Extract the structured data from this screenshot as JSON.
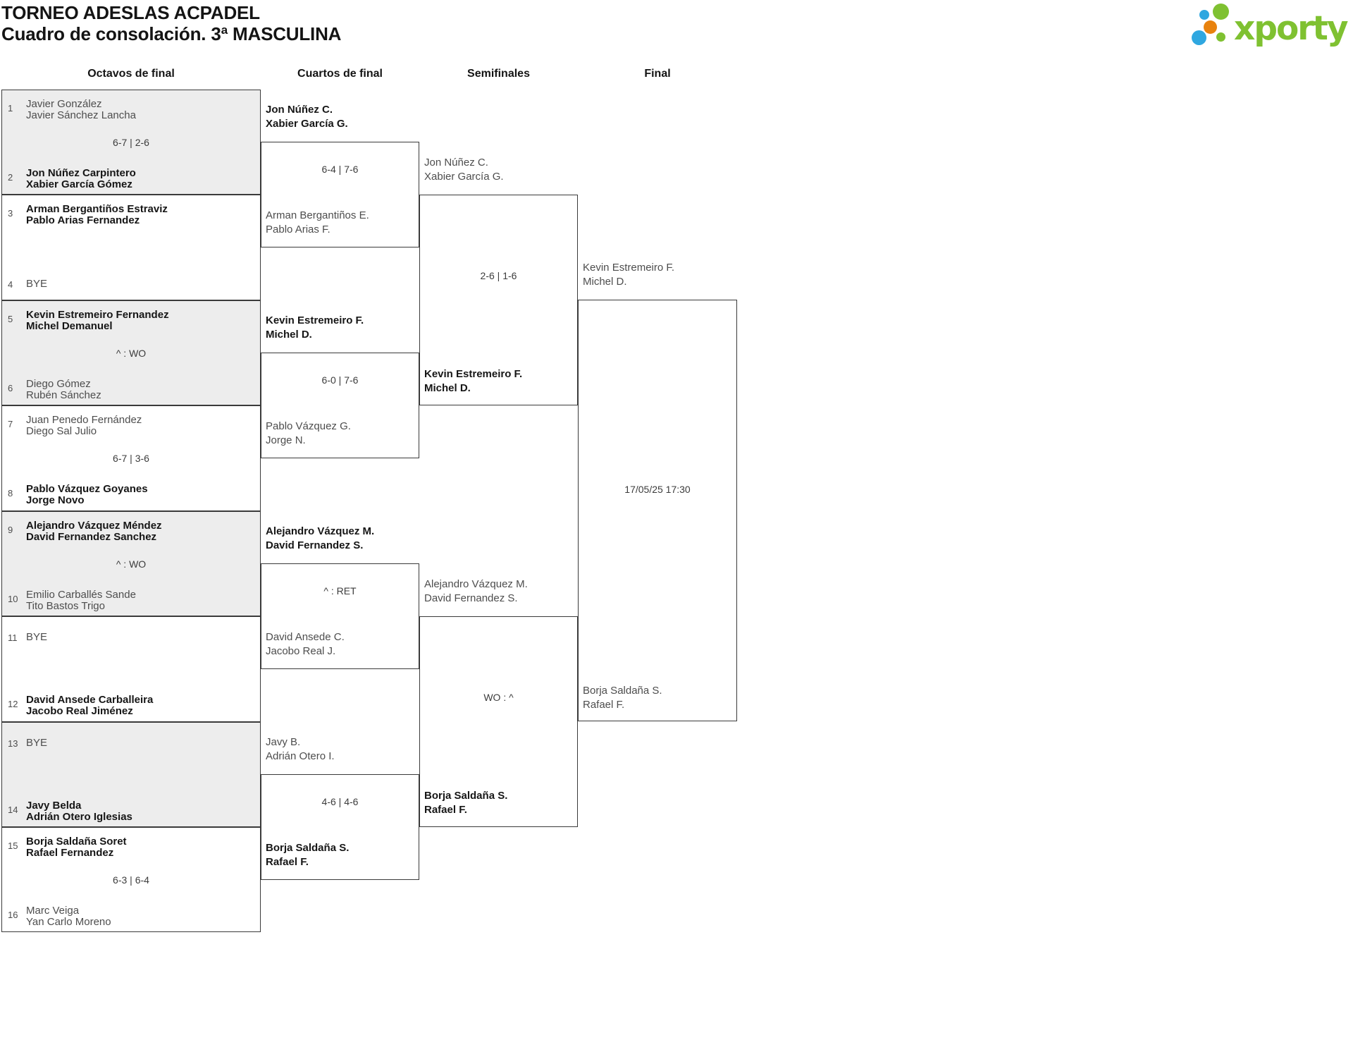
{
  "title": {
    "line1": "TORNEO ADESLAS ACPADEL",
    "line2": "Cuadro de consolación. 3ª MASCULINA"
  },
  "logo": {
    "text": "xporty",
    "green": "#7fc131",
    "blue": "#2fa7e0",
    "orange": "#e8820e"
  },
  "round_headers": [
    "Octavos de final",
    "Cuartos de final",
    "Semifinales",
    "Final"
  ],
  "colors": {
    "winner_text": "#161616",
    "loser_text": "#4d4d4d",
    "box_border": "#3a3a3a",
    "shaded_box_bg": "#ededed"
  },
  "octavos": [
    {
      "seed_top": "1",
      "top1": "Javier González",
      "top2": "Javier Sánchez Lancha",
      "top_bold": false,
      "score": "6-7 | 2-6",
      "seed_bottom": "2",
      "bottom1": "Jon Núñez Carpintero",
      "bottom2": "Xabier García Gómez",
      "bottom_bold": true,
      "shaded": true
    },
    {
      "seed_top": "3",
      "top1": "Arman Bergantiños Estraviz",
      "top2": "Pablo Arias Fernandez",
      "top_bold": true,
      "score": "",
      "seed_bottom": "4",
      "bottom1": "BYE",
      "bottom2": "",
      "bottom_bold": false,
      "shaded": false
    },
    {
      "seed_top": "5",
      "top1": "Kevin Estremeiro Fernandez",
      "top2": "Michel Demanuel",
      "top_bold": true,
      "score": "^ : WO",
      "seed_bottom": "6",
      "bottom1": "Diego Gómez",
      "bottom2": "Rubén Sánchez",
      "bottom_bold": false,
      "shaded": true
    },
    {
      "seed_top": "7",
      "top1": "Juan Penedo Fernández",
      "top2": "Diego Sal Julio",
      "top_bold": false,
      "score": "6-7 | 3-6",
      "seed_bottom": "8",
      "bottom1": "Pablo Vázquez Goyanes",
      "bottom2": "Jorge Novo",
      "bottom_bold": true,
      "shaded": false
    },
    {
      "seed_top": "9",
      "top1": "Alejandro Vázquez Méndez",
      "top2": "David Fernandez Sanchez",
      "top_bold": true,
      "score": "^ : WO",
      "seed_bottom": "10",
      "bottom1": "Emilio Carballés Sande",
      "bottom2": "Tito Bastos Trigo",
      "bottom_bold": false,
      "shaded": true
    },
    {
      "seed_top": "11",
      "top1": "BYE",
      "top2": "",
      "top_bold": false,
      "score": "",
      "seed_bottom": "12",
      "bottom1": "David Ansede Carballeira",
      "bottom2": "Jacobo Real Jiménez",
      "bottom_bold": true,
      "shaded": false
    },
    {
      "seed_top": "13",
      "top1": "BYE",
      "top2": "",
      "top_bold": false,
      "score": "",
      "seed_bottom": "14",
      "bottom1": "Javy Belda",
      "bottom2": "Adrián Otero Iglesias",
      "bottom_bold": true,
      "shaded": true
    },
    {
      "seed_top": "15",
      "top1": "Borja Saldaña Soret",
      "top2": "Rafael Fernandez",
      "top_bold": true,
      "score": "6-3 | 6-4",
      "seed_bottom": "16",
      "bottom1": "Marc Veiga",
      "bottom2": "Yan Carlo Moreno",
      "bottom_bold": false,
      "shaded": false
    }
  ],
  "cuartos": [
    {
      "top1": "Jon Núñez C.",
      "top2": "Xabier García G.",
      "top_bold": true,
      "score": "6-4 | 7-6",
      "bottom1": "Arman Bergantiños E.",
      "bottom2": "Pablo Arias F.",
      "bottom_bold": false
    },
    {
      "top1": "Kevin Estremeiro F.",
      "top2": "Michel D.",
      "top_bold": true,
      "score": "6-0 | 7-6",
      "bottom1": "Pablo Vázquez G.",
      "bottom2": "Jorge N.",
      "bottom_bold": false
    },
    {
      "top1": "Alejandro Vázquez M.",
      "top2": "David Fernandez S.",
      "top_bold": true,
      "score": "^ : RET",
      "bottom1": "David Ansede C.",
      "bottom2": "Jacobo Real J.",
      "bottom_bold": false
    },
    {
      "top1": "Javy B.",
      "top2": "Adrián Otero I.",
      "top_bold": false,
      "score": "4-6 | 4-6",
      "bottom1": "Borja Saldaña S.",
      "bottom2": "Rafael F.",
      "bottom_bold": true
    }
  ],
  "semifinales": [
    {
      "top1": "Jon Núñez C.",
      "top2": "Xabier García G.",
      "top_bold": false,
      "score": "2-6 | 1-6",
      "bottom1": "Kevin Estremeiro F.",
      "bottom2": "Michel D.",
      "bottom_bold": true
    },
    {
      "top1": "Alejandro Vázquez M.",
      "top2": "David Fernandez S.",
      "top_bold": false,
      "score": "WO : ^",
      "bottom1": "Borja Saldaña S.",
      "bottom2": "Rafael F.",
      "bottom_bold": true
    }
  ],
  "final": {
    "top1": "Kevin Estremeiro F.",
    "top2": "Michel D.",
    "schedule": "17/05/25 17:30",
    "bottom1": "Borja Saldaña S.",
    "bottom2": "Rafael F."
  }
}
